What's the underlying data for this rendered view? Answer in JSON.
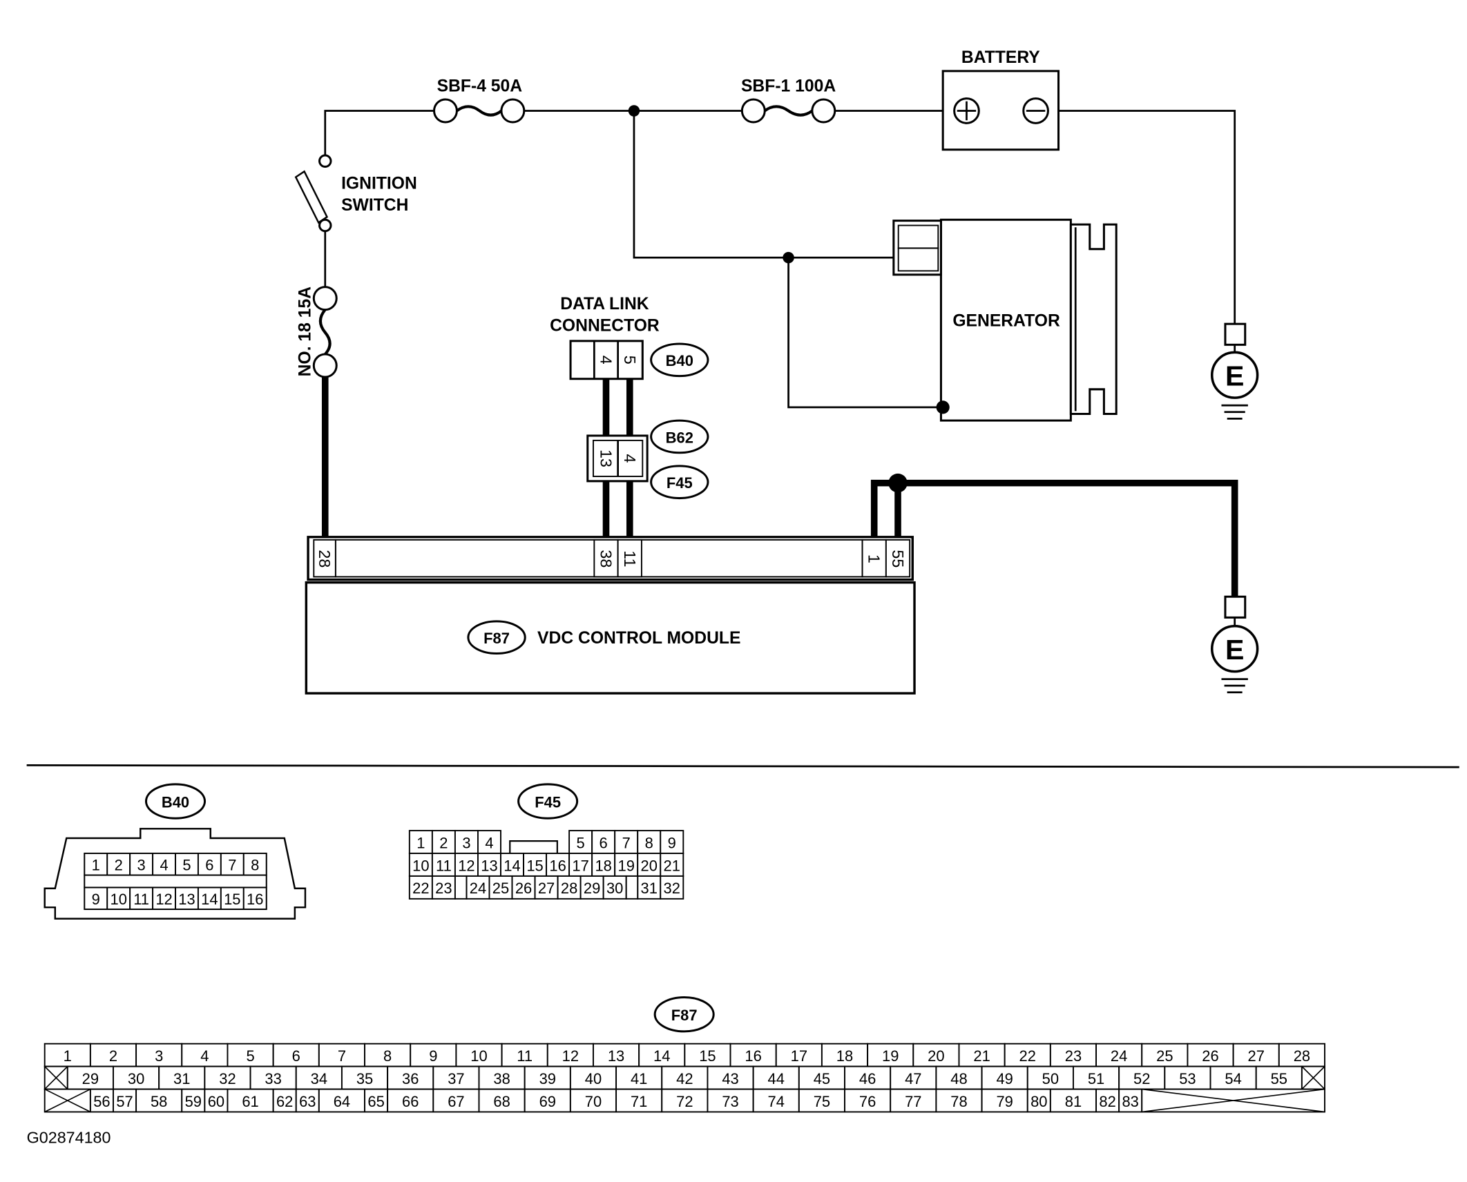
{
  "fuses": {
    "sbf4": "SBF-4 50A",
    "sbf1": "SBF-1 100A",
    "no18": "NO. 18 15A"
  },
  "battery": {
    "label": "BATTERY"
  },
  "ignition_switch": {
    "line1": "IGNITION",
    "line2": "SWITCH"
  },
  "data_link_connector": {
    "line1": "DATA LINK",
    "line2": "CONNECTOR",
    "connector_id": "B40",
    "pins": [
      "4",
      "5"
    ]
  },
  "junction_connector": {
    "upper_id": "B62",
    "lower_id": "F45",
    "pins": [
      "13",
      "4"
    ]
  },
  "generator": {
    "label": "GENERATOR"
  },
  "grounds": [
    {
      "symbol": "E"
    },
    {
      "symbol": "E"
    }
  ],
  "control_module": {
    "connector_id": "F87",
    "label": "VDC CONTROL MODULE",
    "pins": [
      "28",
      "38",
      "11",
      "1",
      "55"
    ]
  },
  "connector_views": {
    "b40": {
      "id": "B40",
      "rows": [
        [
          "1",
          "2",
          "3",
          "4",
          "5",
          "6",
          "7",
          "8"
        ],
        [
          "9",
          "10",
          "11",
          "12",
          "13",
          "14",
          "15",
          "16"
        ]
      ]
    },
    "f45": {
      "id": "F45",
      "rows": [
        [
          "1",
          "2",
          "3",
          "4",
          "5",
          "6",
          "7",
          "8",
          "9"
        ],
        [
          "10",
          "11",
          "12",
          "13",
          "14",
          "15",
          "16",
          "17",
          "18",
          "19",
          "20",
          "21"
        ],
        [
          "22",
          "23",
          "24",
          "25",
          "26",
          "27",
          "28",
          "29",
          "30",
          "31",
          "32"
        ]
      ]
    },
    "f87": {
      "id": "F87",
      "rows": [
        [
          "1",
          "2",
          "3",
          "4",
          "5",
          "6",
          "7",
          "8",
          "9",
          "10",
          "11",
          "12",
          "13",
          "14",
          "15",
          "16",
          "17",
          "18",
          "19",
          "20",
          "21",
          "22",
          "23",
          "24",
          "25",
          "26",
          "27",
          "28"
        ],
        [
          "29",
          "30",
          "31",
          "32",
          "33",
          "34",
          "35",
          "36",
          "37",
          "38",
          "39",
          "40",
          "41",
          "42",
          "43",
          "44",
          "45",
          "46",
          "47",
          "48",
          "49",
          "50",
          "51",
          "52",
          "53",
          "54",
          "55"
        ],
        [
          "56",
          "57",
          "58",
          "59",
          "60",
          "61",
          "62",
          "63",
          "64",
          "65",
          "66",
          "67",
          "68",
          "69",
          "70",
          "71",
          "72",
          "73",
          "74",
          "75",
          "76",
          "77",
          "78",
          "79",
          "80",
          "81",
          "82",
          "83"
        ]
      ]
    }
  },
  "figure_id": "G02874180"
}
